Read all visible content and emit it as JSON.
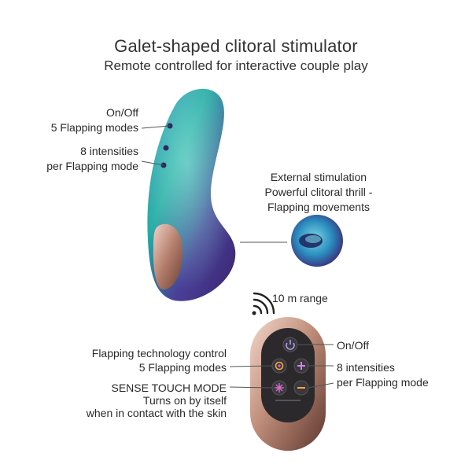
{
  "header": {
    "title": "Galet-shaped clitoral stimulator",
    "subtitle": "Remote controlled for interactive couple play"
  },
  "device_labels": {
    "on_off": "On/Off",
    "flapping_modes": "5 Flapping modes",
    "intensities": "8 intensities",
    "per_flapping_mode": "per Flapping mode"
  },
  "external": {
    "line1": "External stimulation",
    "line2": "Powerful clitoral thrill -",
    "line3": "Flapping movements"
  },
  "range": {
    "label": "10 m range",
    "icon": "wireless-signal-icon"
  },
  "remote_left": {
    "tech_control": "Flapping technology control",
    "modes": "5 Flapping modes",
    "sense_touch": "SENSE TOUCH MODE",
    "turns_on": "Turns on by itself",
    "contact": "when in contact with the skin"
  },
  "remote_right": {
    "on_off": "On/Off",
    "intensities": "8 intensities",
    "per_flapping_mode": "per Flapping mode"
  },
  "colors": {
    "teal": "#1f8f9c",
    "purple": "#4b2c7a",
    "rose_gold": "#c99a86",
    "remote_face": "#2c2a2e"
  }
}
